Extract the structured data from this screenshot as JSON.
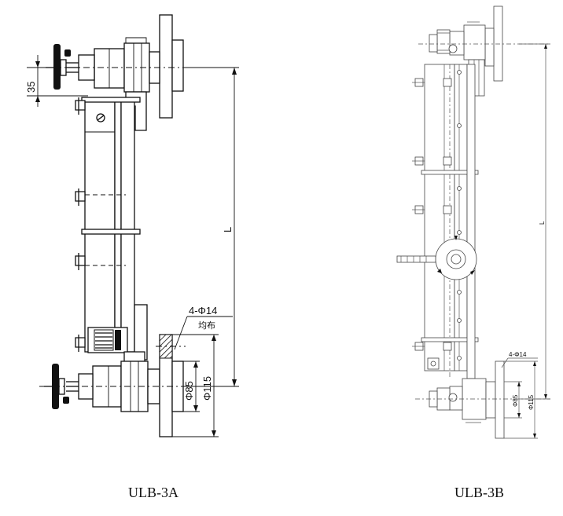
{
  "figure_a": {
    "caption": "ULB-3A",
    "dim_top_offset": "35",
    "dim_length": "L",
    "dim_holes": "4-Φ14",
    "dim_holes_note": "均布",
    "dim_phi85": "Φ85",
    "dim_phi115": "Φ115"
  },
  "figure_b": {
    "caption": "ULB-3B",
    "dim_length": "L",
    "dim_holes": "4-Φ14",
    "dim_phi85": "Φ85",
    "dim_phi115": "Φ115"
  }
}
